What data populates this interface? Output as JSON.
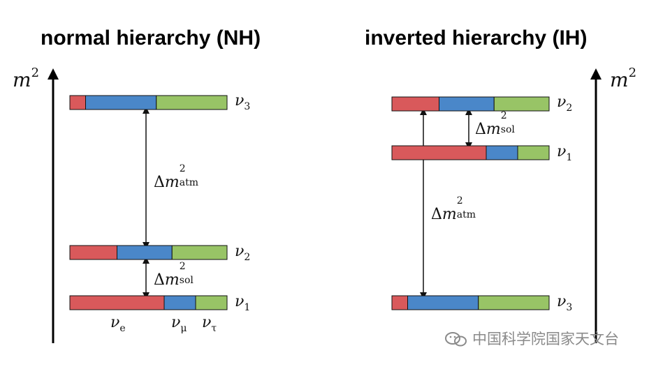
{
  "left": {
    "title": "normal hierarchy (NH)",
    "axis_label": "m",
    "axis_sup": "2",
    "levels": [
      {
        "label": "ν",
        "sub": "3",
        "fractions": [
          0.1,
          0.45,
          0.45
        ]
      },
      {
        "label": "ν",
        "sub": "2",
        "fractions": [
          0.3,
          0.35,
          0.35
        ]
      },
      {
        "label": "ν",
        "sub": "1",
        "fractions": [
          0.6,
          0.2,
          0.2
        ]
      }
    ],
    "gap_labels": [
      {
        "delta": "Δ",
        "m": "m",
        "sup": "2",
        "sub": "atm"
      },
      {
        "delta": "Δ",
        "m": "m",
        "sup": "2",
        "sub": "sol"
      }
    ],
    "flavors": [
      {
        "label": "ν",
        "sub": "e"
      },
      {
        "label": "ν",
        "sub": "μ"
      },
      {
        "label": "ν",
        "sub": "τ"
      }
    ]
  },
  "right": {
    "title": "inverted hierarchy (IH)",
    "axis_label": "m",
    "axis_sup": "2",
    "levels": [
      {
        "label": "ν",
        "sub": "2",
        "fractions": [
          0.3,
          0.35,
          0.35
        ]
      },
      {
        "label": "ν",
        "sub": "1",
        "fractions": [
          0.6,
          0.2,
          0.2
        ]
      },
      {
        "label": "ν",
        "sub": "3",
        "fractions": [
          0.1,
          0.45,
          0.45
        ]
      }
    ],
    "gap_labels": [
      {
        "delta": "Δ",
        "m": "m",
        "sup": "2",
        "sub": "sol"
      },
      {
        "delta": "Δ",
        "m": "m",
        "sup": "2",
        "sub": "atm"
      }
    ]
  },
  "colors": {
    "electron": "#d9595b",
    "muon": "#4a87c9",
    "tau": "#98c466",
    "outline": "#111111"
  },
  "watermark": "中国科学院国家天文台"
}
